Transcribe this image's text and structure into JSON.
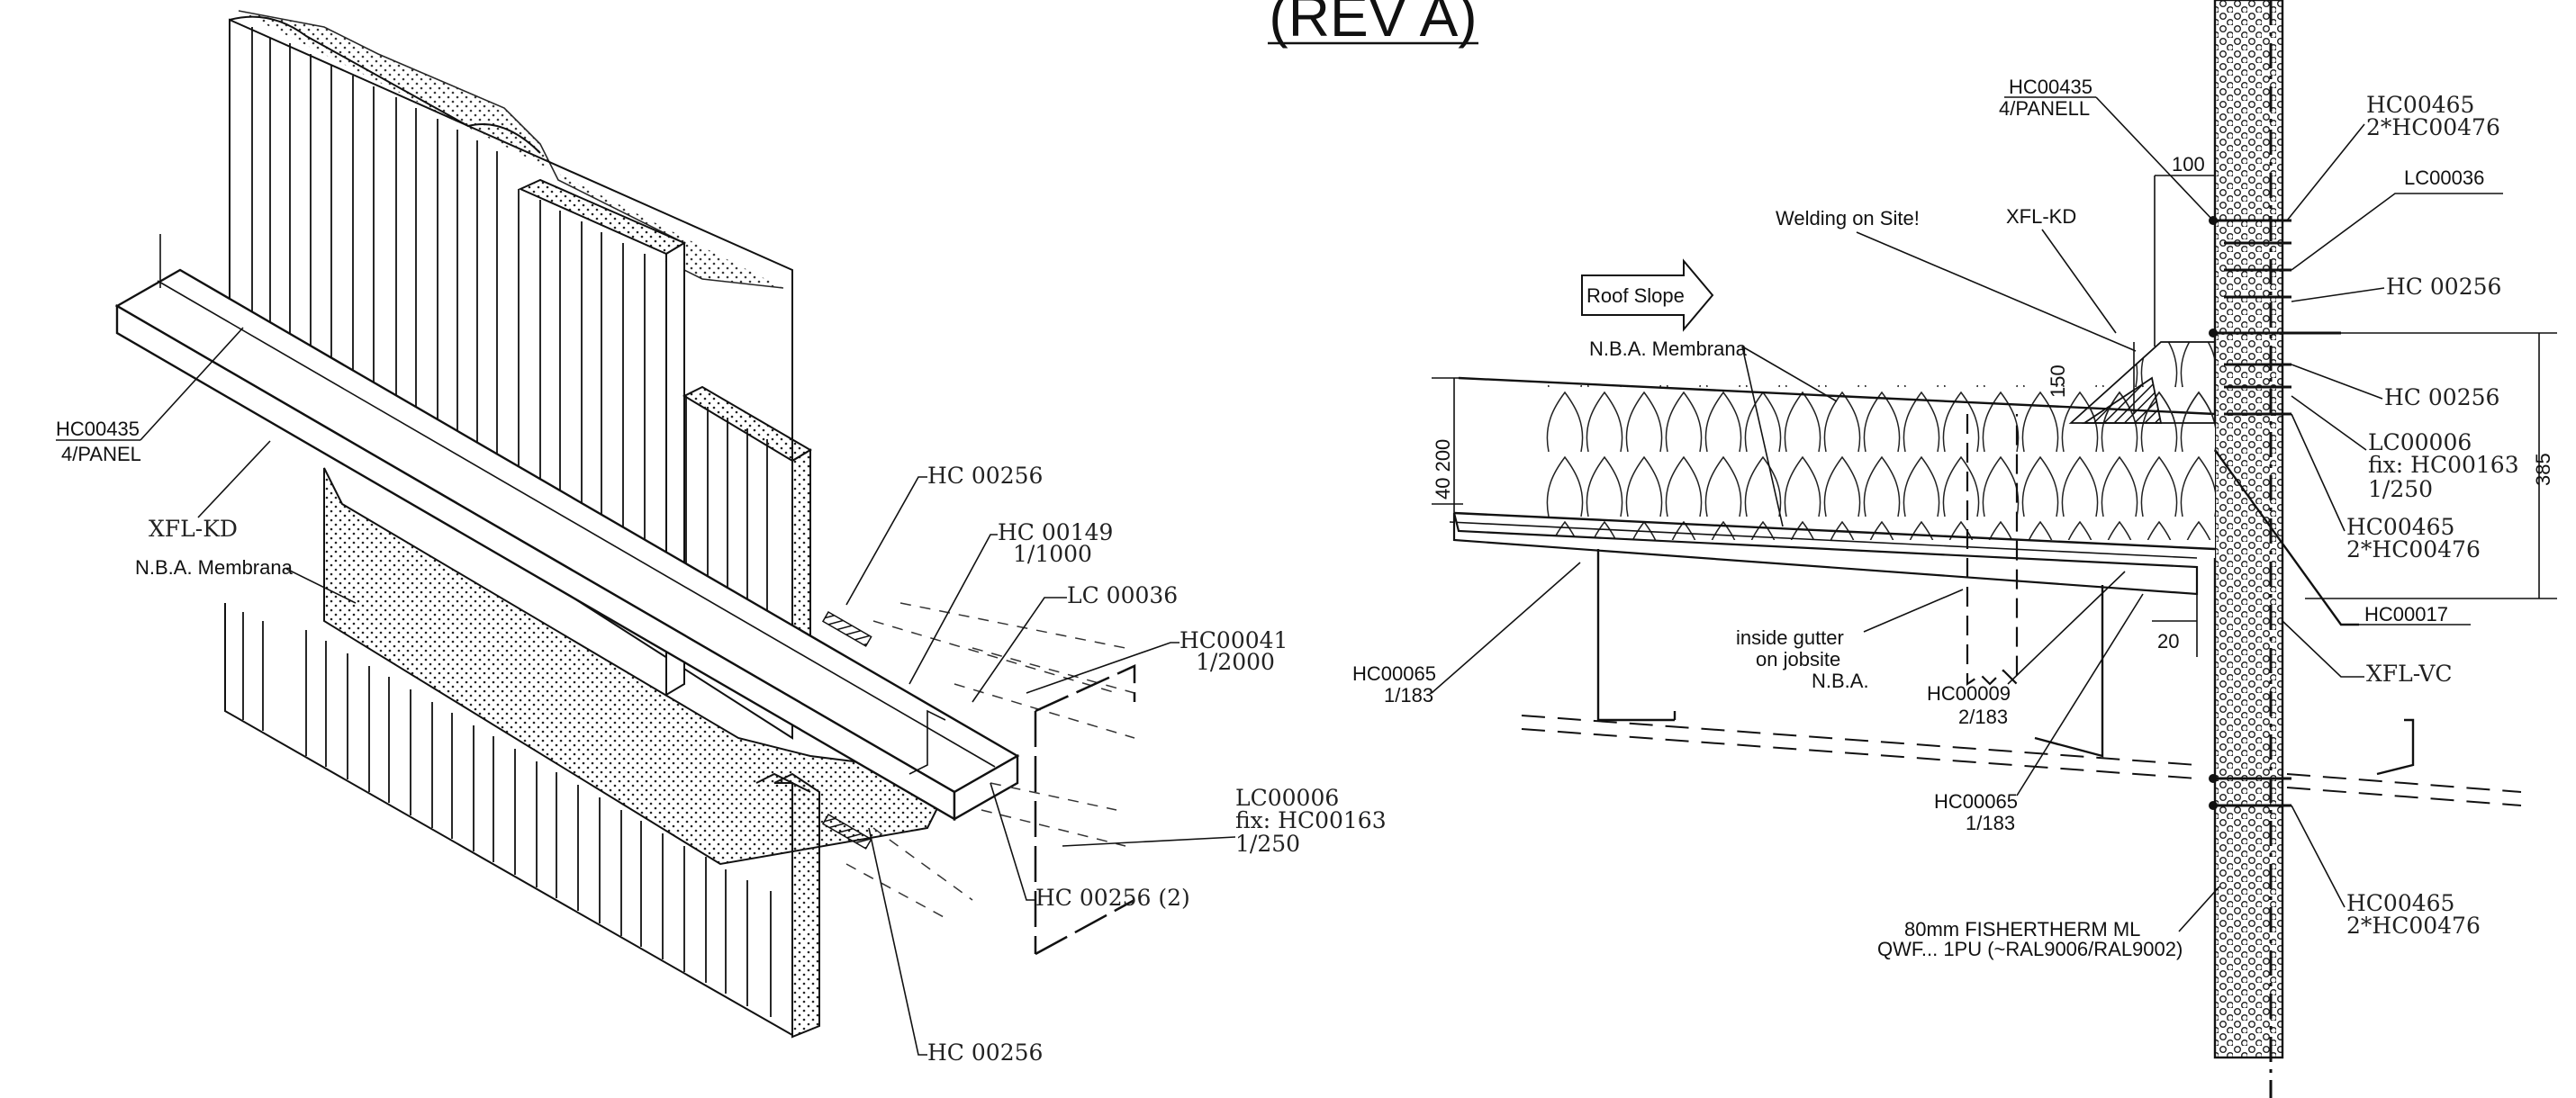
{
  "title": "(REV A)",
  "left_detail": {
    "labels": {
      "hc00435_a": "HC00435",
      "panel_a": "4/PANEL",
      "xfl_kd": "XFL-KD",
      "nba_membrana": "N.B.A. Membrana",
      "hc00256_top": "HC 00256",
      "hc00149": "HC 00149",
      "hc00149_scale": "1/1000",
      "lc00036": "LC 00036",
      "hc00041": "HC00041",
      "hc00041_scale": "1/2000",
      "lc00006": "LC00006",
      "fix_hc00163": "fix:  HC00163",
      "scale_250": "1/250",
      "hc00256_2": "HC 00256 (2)",
      "hc00256_bottom": "HC 00256"
    }
  },
  "right_detail": {
    "labels": {
      "hc00435": "HC00435",
      "panell": "4/PANELL",
      "dim_100": "100",
      "welding": "Welding on Site!",
      "xfl_kd": "XFL-KD",
      "roof_slope": "Roof Slope",
      "nba_membrana": "N.B.A. Membrana",
      "dim_150": "150",
      "dim_40_200": "40 200",
      "hc00465_a": "HC00465",
      "hc00476_a": "2*HC00476",
      "lc00036": "LC00036",
      "hc00256_a": "HC 00256",
      "hc00256_b": "HC 00256",
      "lc00006": "LC00006",
      "fix_hc00163": "fix:  HC00163",
      "scale_250": "1/250",
      "dim_385": "385",
      "hc00465_b": "HC00465",
      "hc00476_b": "2*HC00476",
      "hc00017": "HC00017",
      "xfl_vc": "XFL-VC",
      "dim_20": "20",
      "inside_gutter_1": "inside gutter",
      "inside_gutter_2": "on jobsite",
      "inside_gutter_3": "N.B.A.",
      "hc00065_a": "HC00065",
      "hc00065_a_scale": "1/183",
      "hc00009": "HC00009",
      "hc00009_scale": "2/183",
      "hc00065_b": "HC00065",
      "hc00065_b_scale": "1/183",
      "fishertherm_1": "80mm FISHERTHERM ML",
      "fishertherm_2": "QWF... 1PU  (~RAL9006/RAL9002)",
      "hc00465_c": "HC00465",
      "hc00476_c": "2*HC00476"
    }
  }
}
